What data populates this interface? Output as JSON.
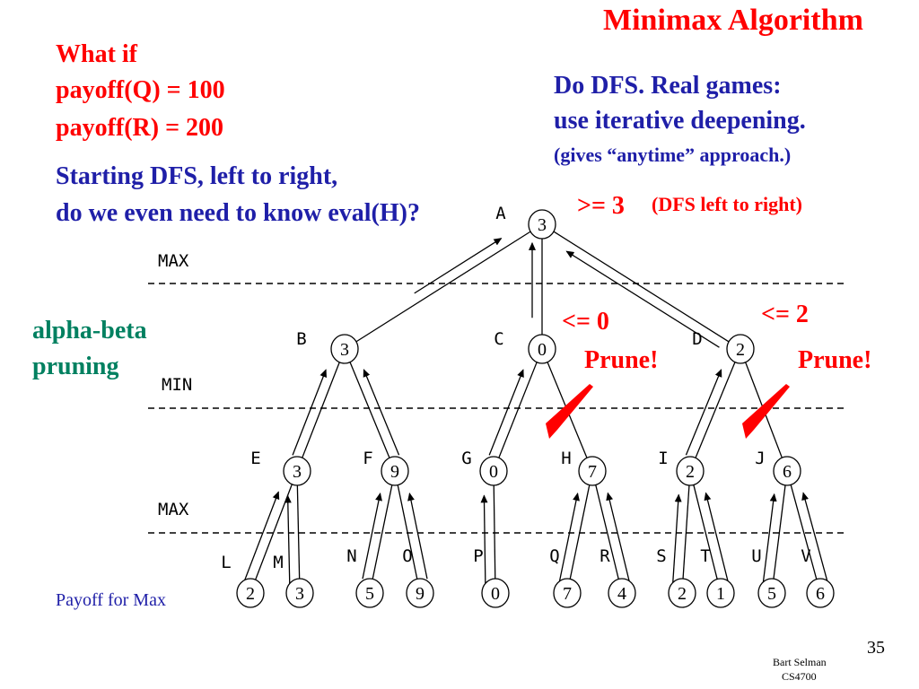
{
  "title": "Minimax Algorithm",
  "question": {
    "line1": "What if",
    "line2": "payoff(Q) = 100",
    "line3": "payoff(R) = 200"
  },
  "dfs_note": {
    "line1": "Do DFS. Real games:",
    "line2": "use iterative deepening.",
    "line3": "(gives “anytime” approach.)"
  },
  "start_note": {
    "line1": "Starting DFS, left to right,",
    "line2": "do we even need to know eval(H)?"
  },
  "alpha_beta": {
    "line1": "alpha-beta",
    "line2": "pruning"
  },
  "annotations": {
    "root_bound": ">= 3",
    "dfs_direction": "(DFS left to right)",
    "c_bound": "<= 0",
    "d_bound": "<= 2",
    "prune_c": "Prune!",
    "prune_d": "Prune!"
  },
  "levels": [
    "MAX",
    "MIN",
    "MAX"
  ],
  "nodes": [
    {
      "id": "A",
      "label": "A",
      "value": "3"
    },
    {
      "id": "B",
      "label": "B",
      "value": "3"
    },
    {
      "id": "C",
      "label": "C",
      "value": "0"
    },
    {
      "id": "D",
      "label": "D",
      "value": "2"
    },
    {
      "id": "E",
      "label": "E",
      "value": "3"
    },
    {
      "id": "F",
      "label": "F",
      "value": "9"
    },
    {
      "id": "G",
      "label": "G",
      "value": "0"
    },
    {
      "id": "H",
      "label": "H",
      "value": "7"
    },
    {
      "id": "I",
      "label": "I",
      "value": "2"
    },
    {
      "id": "J",
      "label": "J",
      "value": "6"
    },
    {
      "id": "L",
      "label": "L",
      "value": "2"
    },
    {
      "id": "M",
      "label": "M",
      "value": "3"
    },
    {
      "id": "N",
      "label": "N",
      "value": "5"
    },
    {
      "id": "O",
      "label": "O",
      "value": "9"
    },
    {
      "id": "P",
      "label": "P",
      "value": "0"
    },
    {
      "id": "Q",
      "label": "Q",
      "value": "7"
    },
    {
      "id": "R",
      "label": "R",
      "value": "4"
    },
    {
      "id": "S",
      "label": "S",
      "value": "2"
    },
    {
      "id": "T",
      "label": "T",
      "value": "1"
    },
    {
      "id": "U",
      "label": "U",
      "value": "5"
    },
    {
      "id": "V",
      "label": "V",
      "value": "6"
    }
  ],
  "edges": [
    [
      "A",
      "B"
    ],
    [
      "A",
      "C"
    ],
    [
      "A",
      "D"
    ],
    [
      "B",
      "E"
    ],
    [
      "B",
      "F"
    ],
    [
      "C",
      "G"
    ],
    [
      "C",
      "H"
    ],
    [
      "D",
      "I"
    ],
    [
      "D",
      "J"
    ],
    [
      "E",
      "L"
    ],
    [
      "E",
      "M"
    ],
    [
      "F",
      "N"
    ],
    [
      "F",
      "O"
    ],
    [
      "G",
      "P"
    ],
    [
      "H",
      "Q"
    ],
    [
      "H",
      "R"
    ],
    [
      "I",
      "S"
    ],
    [
      "I",
      "T"
    ],
    [
      "J",
      "U"
    ],
    [
      "J",
      "V"
    ]
  ],
  "pruned_edges": [
    [
      "C",
      "H"
    ],
    [
      "D",
      "J"
    ]
  ],
  "payoff_label": "Payoff for Max",
  "page_number": "35",
  "footer": {
    "author": "Bart Selman",
    "course": "CS4700"
  },
  "colors": {
    "red": "#ff0000",
    "blue": "#1f1fa8",
    "green": "#008060",
    "tree": "#000000"
  }
}
